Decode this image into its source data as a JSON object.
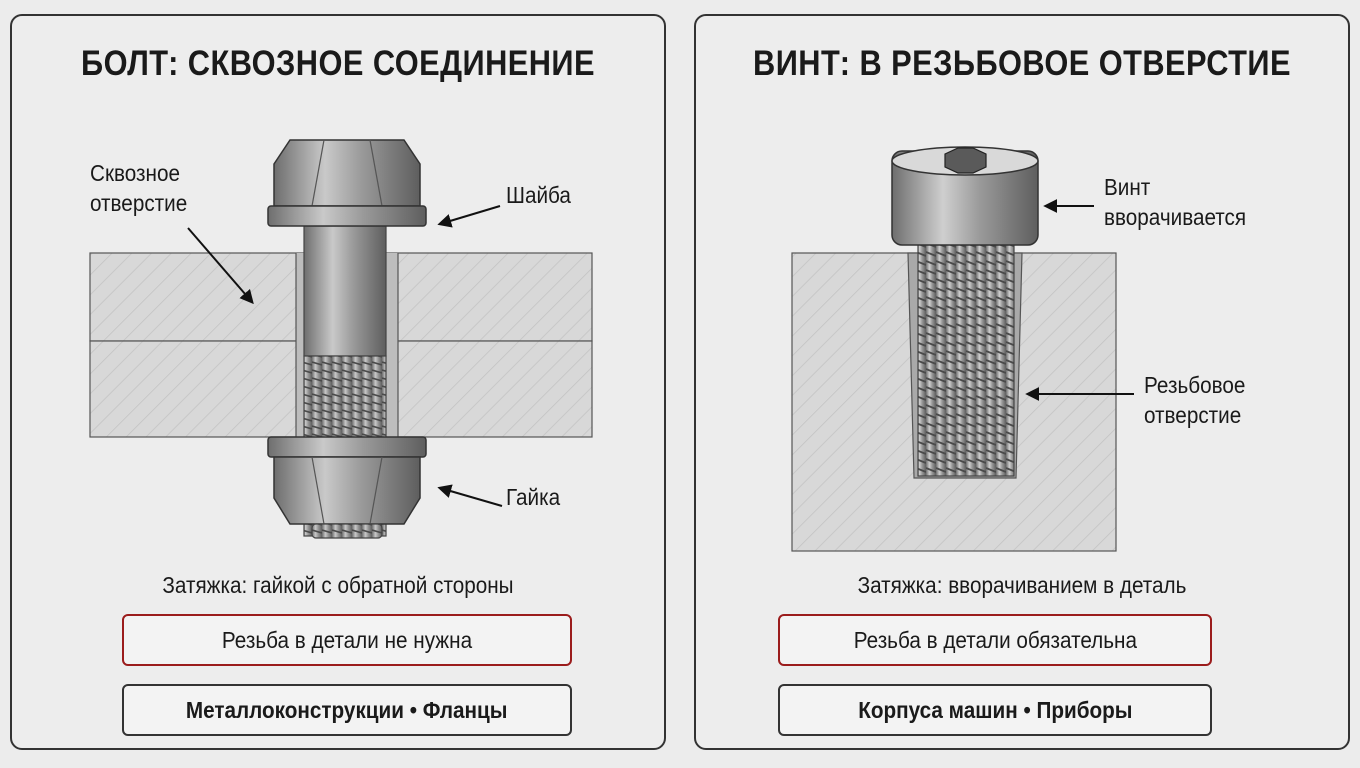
{
  "left_panel": {
    "title": "БОЛТ: СКВОЗНОЕ СОЕДИНЕНИЕ",
    "labels": {
      "through_hole": "Сквозное\nотверстие",
      "washer": "Шайба",
      "nut": "Гайка"
    },
    "tightening": "Затяжка: гайкой с обратной стороны",
    "thread_note": "Резьба в детали не нужна",
    "applications": "Металлоконструкции • Фланцы"
  },
  "right_panel": {
    "title": "ВИНТ: В РЕЗЬБОВОЕ ОТВЕРСТИЕ",
    "labels": {
      "screw": "Винт\nвворачивается",
      "threaded_hole": "Резьбовое\nотверстие"
    },
    "tightening": "Затяжка: вворачиванием в деталь",
    "thread_note": "Резьба в детали обязательна",
    "applications": "Корпуса машин • Приборы"
  },
  "colors": {
    "panel_border": "#333333",
    "note_border": "#9b1c1c",
    "metal": "#9a9a9a",
    "plate": "#d6d6d6"
  }
}
